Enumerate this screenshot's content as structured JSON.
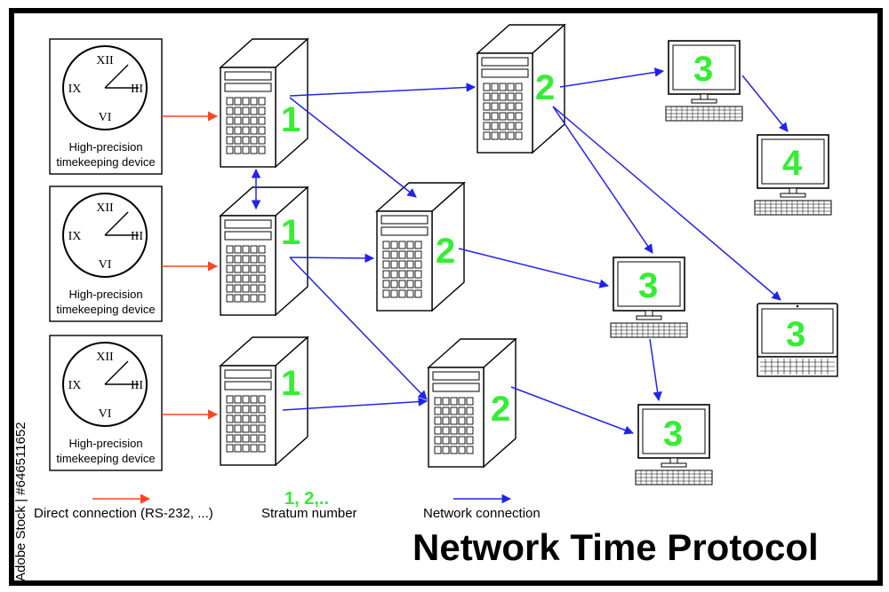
{
  "title": "Network Time Protocol",
  "watermark": "Adobe Stock | #646511652",
  "colors": {
    "direct_connection": "#ff4422",
    "network_connection": "#2222ee",
    "stratum_number": "#33ee33",
    "frame": "#000000"
  },
  "clocks": [
    {
      "numerals": [
        "XII",
        "III",
        "VI",
        "IX"
      ],
      "caption_line1": "High-precision",
      "caption_line2": "timekeeping device"
    },
    {
      "numerals": [
        "XII",
        "III",
        "VI",
        "IX"
      ],
      "caption_line1": "High-precision",
      "caption_line2": "timekeeping device"
    },
    {
      "numerals": [
        "XII",
        "III",
        "VI",
        "IX"
      ],
      "caption_line1": "High-precision",
      "caption_line2": "timekeeping device"
    }
  ],
  "servers": [
    {
      "id": "s1a",
      "stratum": "1"
    },
    {
      "id": "s1b",
      "stratum": "1"
    },
    {
      "id": "s1c",
      "stratum": "1"
    },
    {
      "id": "s2a",
      "stratum": "2"
    },
    {
      "id": "s2b",
      "stratum": "2"
    },
    {
      "id": "s2c",
      "stratum": "2"
    }
  ],
  "computers": [
    {
      "id": "c3a",
      "stratum": "3"
    },
    {
      "id": "c4",
      "stratum": "4"
    },
    {
      "id": "c3b",
      "stratum": "3"
    },
    {
      "id": "c3c",
      "stratum": "3"
    },
    {
      "id": "c3d",
      "stratum": "3"
    }
  ],
  "legend": {
    "direct_label": "Direct connection (RS-232, ...)",
    "stratum_sample": "1, 2,..",
    "stratum_label": "Stratum number",
    "network_label": "Network connection"
  }
}
